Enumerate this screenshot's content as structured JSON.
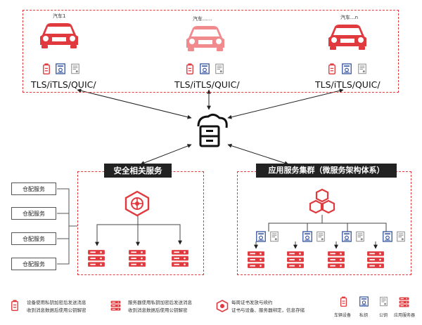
{
  "cars": [
    {
      "label": "汽车1",
      "protocols": "TLS/iTLS/QUIC/"
    },
    {
      "label": "汽车......",
      "protocols": "TLS/iTLS/QUIC/"
    },
    {
      "label": "汽车...n",
      "protocols": "TLS/iTLS/QUIC/"
    }
  ],
  "security_group": {
    "title": "安全相关服务"
  },
  "app_group": {
    "title": "应用服务集群（微服务架构体系）"
  },
  "warehouse_services": [
    "仓配服务",
    "仓配服务",
    "仓配服务",
    "仓配服务"
  ],
  "legend": {
    "item1_line1": "设备使用私钥加密后发送消息",
    "item1_line2": "收到消息数据后使用公钥解密",
    "item2_line1": "服务器使用私钥加密后发送消息",
    "item2_line2": "收到消息数据后使用公钥解密",
    "item3_line1": "每周证书发放与续约",
    "item3_line2": "证书与设备、服务器绑定，信息存储",
    "key_labels": [
      "车辆设备",
      "私钥",
      "公钥",
      "应用服务器"
    ]
  },
  "colors": {
    "accent": "#e0393e",
    "car_light": "#f08a8c",
    "blue": "#2b4c9b",
    "dark": "#222222"
  }
}
